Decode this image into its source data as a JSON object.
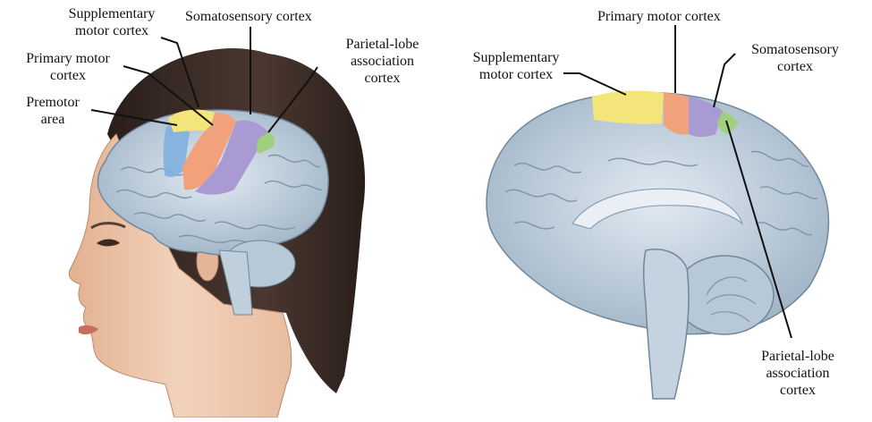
{
  "left_figure": {
    "labels": {
      "supplementary_motor_cortex": [
        "Supplementary",
        "motor cortex"
      ],
      "somatosensory_cortex": [
        "Somatosensory cortex"
      ],
      "primary_motor_cortex": [
        "Primary motor",
        "cortex"
      ],
      "parietal_lobe_association_cortex": [
        "Parietal-lobe",
        "association",
        "cortex"
      ],
      "premotor_area": [
        "Premotor",
        "area"
      ]
    }
  },
  "right_figure": {
    "labels": {
      "primary_motor_cortex": [
        "Primary motor cortex"
      ],
      "supplementary_motor_cortex": [
        "Supplementary",
        "motor cortex"
      ],
      "somatosensory_cortex": [
        "Somatosensory",
        "cortex"
      ],
      "parietal_lobe_association_cortex": [
        "Parietal-lobe",
        "association",
        "cortex"
      ]
    }
  },
  "colors": {
    "supplementary_motor_cortex": "#f3e57a",
    "primary_motor_cortex": "#f1a27c",
    "somatosensory_cortex": "#a99ad3",
    "parietal_lobe_association_cortex": "#9fd07b",
    "premotor_area": "#7fb0df",
    "brain": "#cfdbe6",
    "hair": "#3a2c26",
    "skin": "#f0c9ad"
  }
}
